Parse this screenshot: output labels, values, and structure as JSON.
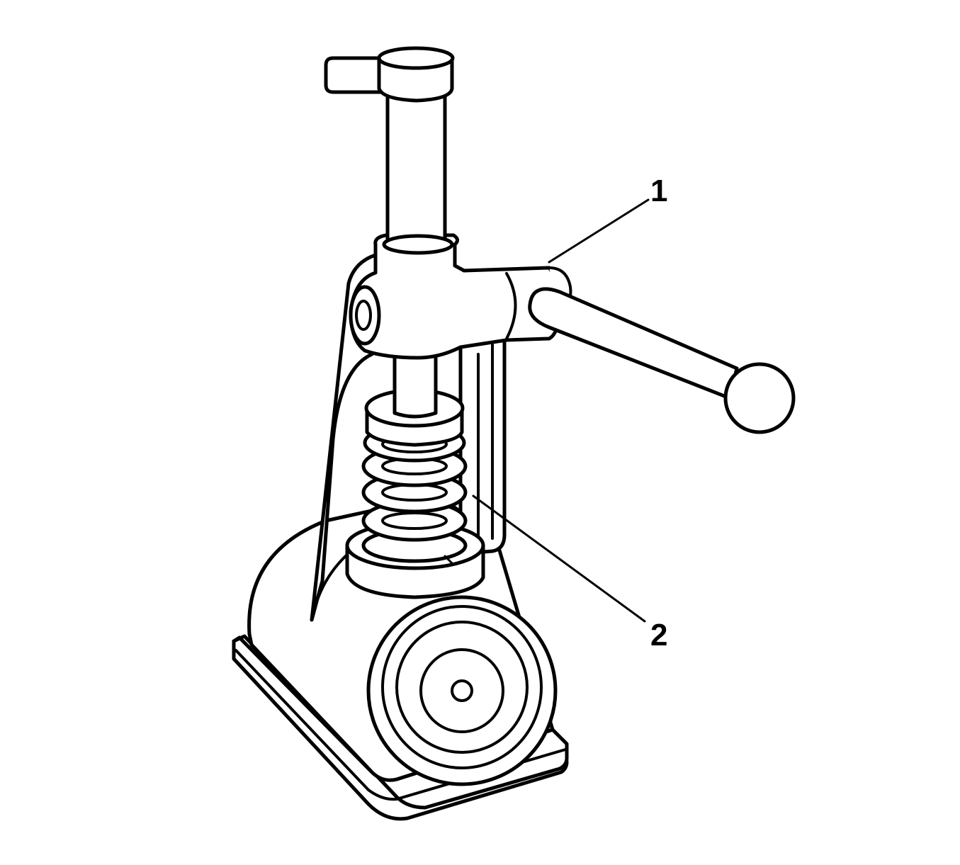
{
  "figure": {
    "subject": "valve spring compressor tool",
    "colors": {
      "stroke": "#000000",
      "background": "#ffffff"
    },
    "callouts": [
      {
        "number": "1",
        "label": "1",
        "target": "compressor-lever-pivot"
      },
      {
        "number": "2",
        "label": "2",
        "target": "valve-spring"
      }
    ]
  }
}
